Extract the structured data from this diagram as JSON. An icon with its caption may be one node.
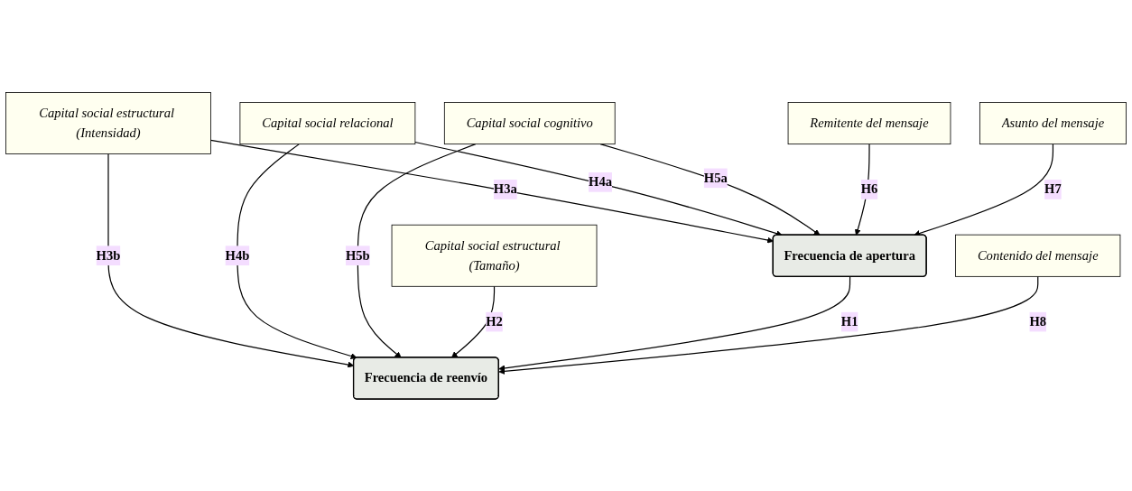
{
  "diagram": {
    "nodes": [
      {
        "text": [
          "Capital social estructural (Intensidad)"
        ]
      },
      {
        "text": [
          "Capital social relacional"
        ]
      },
      {
        "text": [
          "Capital social cognitivo"
        ]
      },
      {
        "text": [
          "Capital social estructural (Tamaño)"
        ]
      },
      {
        "text": [
          "Frecuencia de apertura"
        ]
      },
      {
        "text": [
          "Frecuencia de reenvío"
        ]
      },
      {
        "text": [
          "Remitente del mensaje"
        ]
      },
      {
        "text": [
          "Asunto del mensaje"
        ]
      },
      {
        "text": [
          "Contenido del mensaje"
        ]
      }
    ],
    "edges": [
      {
        "from": 0,
        "to": 4,
        "arrow": "to",
        "label": "H3a"
      },
      {
        "from": 0,
        "to": 5,
        "arrow": "to",
        "label": "H3b"
      },
      {
        "from": 1,
        "to": 4,
        "arrow": "to",
        "label": "H4a"
      },
      {
        "from": 1,
        "to": 5,
        "arrow": "to",
        "label": "H4b"
      },
      {
        "from": 2,
        "to": 4,
        "arrow": "to",
        "label": "H5a"
      },
      {
        "from": 2,
        "to": 5,
        "arrow": "to",
        "label": "H5b"
      },
      {
        "from": 3,
        "to": 5,
        "arrow": "to",
        "label": "H2"
      },
      {
        "from": 4,
        "to": 5,
        "arrow": "to",
        "label": "H1"
      },
      {
        "from": 6,
        "to": 4,
        "arrow": "to",
        "label": "H6"
      },
      {
        "from": 7,
        "to": 4,
        "arrow": "to",
        "label": "H7"
      },
      {
        "from": 8,
        "to": 5,
        "arrow": "to",
        "label": "H8"
      }
    ]
  }
}
